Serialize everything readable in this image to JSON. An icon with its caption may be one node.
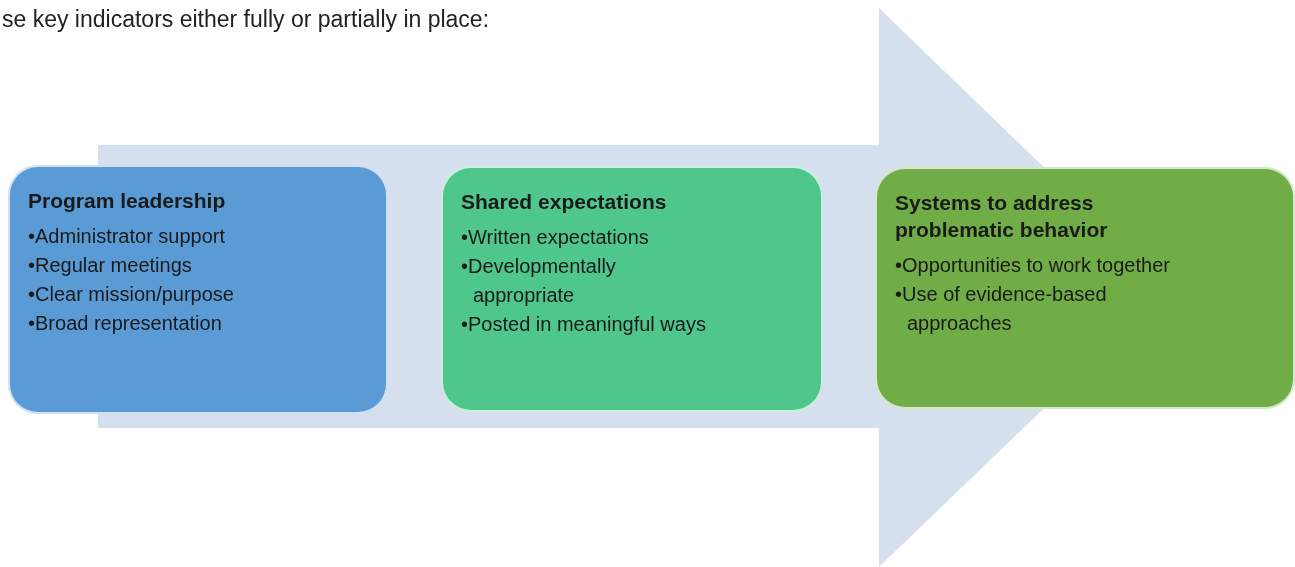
{
  "diagram": {
    "nodes": [
      {
        "text": [
          "Program leadership",
          "•Administrator support",
          "•Regular meetings",
          "•Clear mission/purpose",
          "•Broad representation"
        ]
      },
      {
        "text": [
          "Shared expectations",
          "•Written expectations",
          "•Developmentally appropriate",
          "•Posted in meaningful ways"
        ]
      },
      {
        "text": [
          "Systems to address problematic behavior",
          "•Opportunities to work together",
          "•Use of evidence-based approaches"
        ]
      }
    ],
    "edges": [
      {
        "from": 0,
        "to": 2,
        "arrow": "to"
      }
    ],
    "labels": [
      "se key indicators either fully or partially in place:"
    ]
  }
}
